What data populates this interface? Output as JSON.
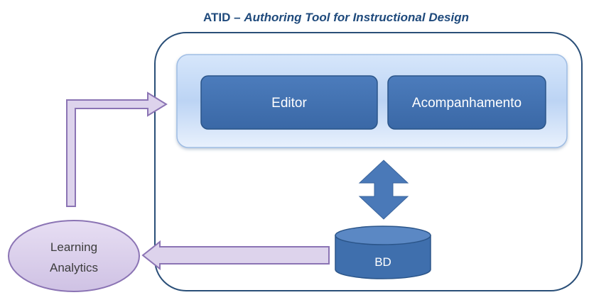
{
  "title": {
    "prefix": "ATID – ",
    "italic": "Authoring Tool for Instructional Design"
  },
  "modules": {
    "editor": "Editor",
    "acompanhamento": "Acompanhamento"
  },
  "database": "BD",
  "learning_analytics": {
    "line1": "Learning",
    "line2": "Analytics"
  },
  "colors": {
    "title": "#1f4a7c",
    "outer_border": "#2a4f78",
    "module_fill": "#3f6fad",
    "module_border": "#2b5589",
    "arrow_blue": "#4a79b8",
    "purple_fill": "#ddd3ec",
    "purple_border": "#8b74b4"
  }
}
